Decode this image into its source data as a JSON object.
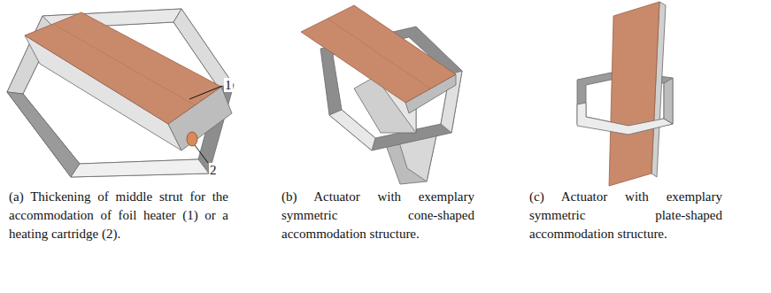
{
  "diagram": {
    "labels": [
      "1",
      "2",
      "(a) Thickening of middle strut for the accommodation of foil heater (1) or a heating cartridge (2).",
      "(b) Actuator with exemplary symmetric cone-shaped accommodation structure.",
      "(c) Actuator with exemplary symmetric plate-shaped accommodation structure."
    ]
  }
}
